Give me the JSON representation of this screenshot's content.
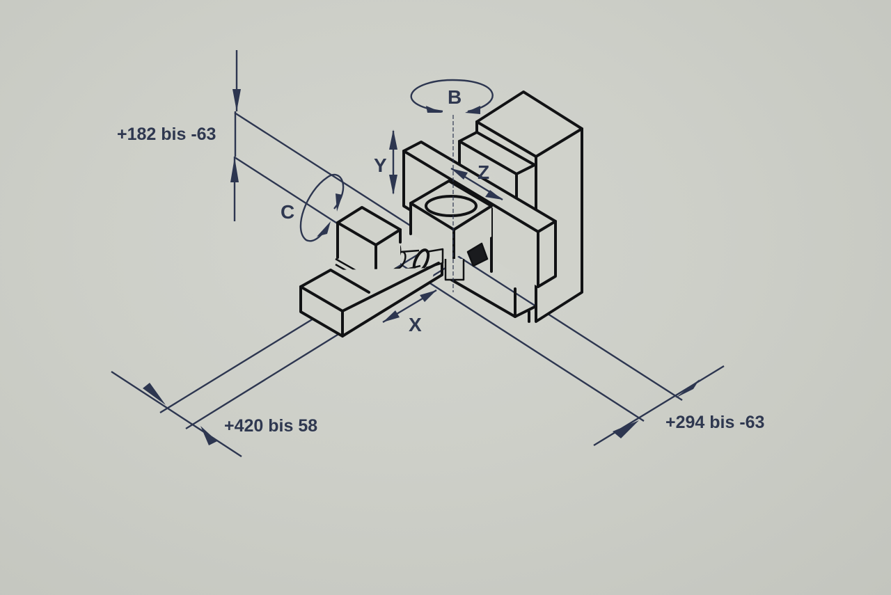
{
  "diagram": {
    "type": "isometric machine axis diagram",
    "colors": {
      "background": "#cdcfc8",
      "outline": "#111214",
      "dimension": "#2d3650",
      "text": "#2f3850"
    },
    "axes": {
      "x": {
        "label": "X",
        "motion": "linear"
      },
      "y": {
        "label": "Y",
        "motion": "linear"
      },
      "z": {
        "label": "Z",
        "motion": "linear"
      },
      "b": {
        "label": "B",
        "motion": "rotary"
      },
      "c": {
        "label": "C",
        "motion": "rotary"
      }
    },
    "dimensions": {
      "vertical": {
        "text": "+182 bis -63"
      },
      "left_horizontal": {
        "text": "+420 bis 58"
      },
      "right_horizontal": {
        "text": "+294 bis -63"
      }
    }
  }
}
